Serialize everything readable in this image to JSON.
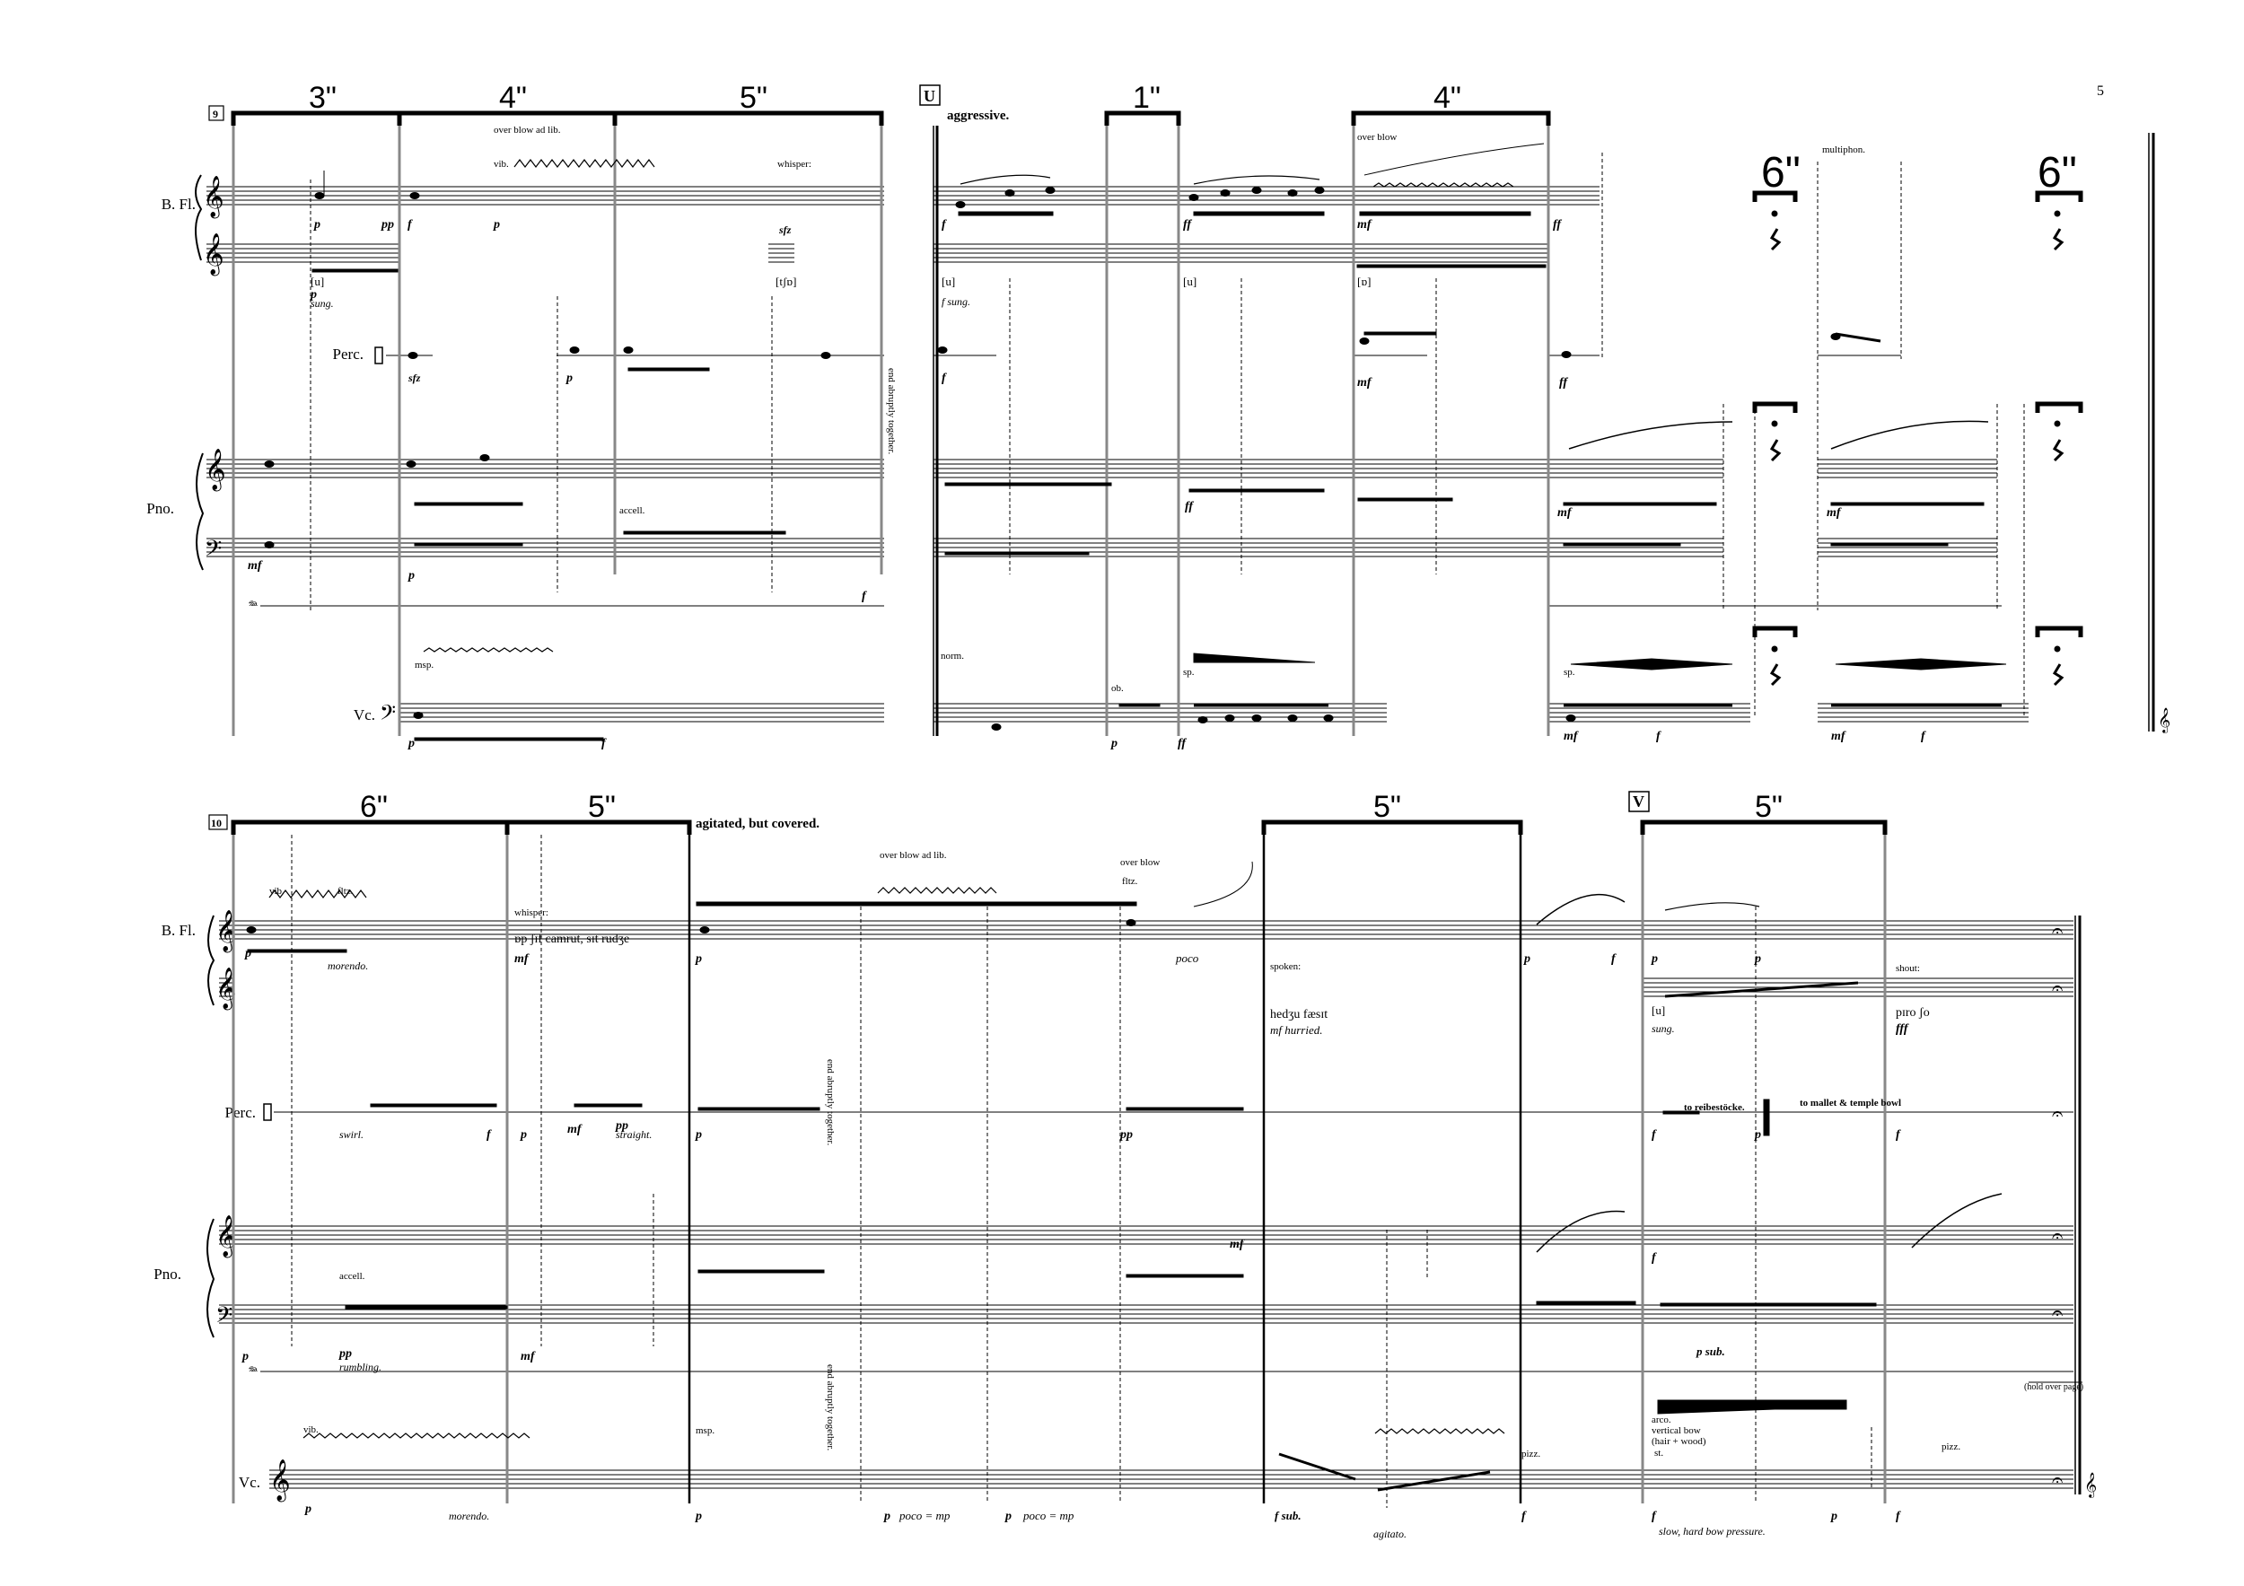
{
  "page_number": "5",
  "systems": [
    {
      "rehearsal_number": "9",
      "instrument_labels": {
        "flute": "B. Fl.",
        "percussion": "Perc.",
        "piano": "Pno.",
        "cello": "Vc."
      },
      "durations": [
        "3\"",
        "4\"",
        "5\"",
        "1\"",
        "4\"",
        "6\"",
        "6\""
      ],
      "rehearsal_letter": "U",
      "tempo_marking": "aggressive.",
      "annotations": {
        "over_blow_ad_lib": "over blow ad lib.",
        "vib": "vib.",
        "whisper": "whisper:",
        "whisper_phoneme": "[tʃɒ]",
        "over_blow": "over blow",
        "multiphon": "multiphon.",
        "u_vowel": "[u]",
        "o_vowel": "[ɒ]",
        "sung": "sung.",
        "f_sung": "f sung.",
        "end_abruptly": "end abruptly together.",
        "accel": "accell.",
        "msp": "msp.",
        "norm": "norm.",
        "ob": "ob.",
        "sp": "sp."
      },
      "dynamics": [
        "p",
        "pp",
        "f",
        "p",
        "sfz",
        "p",
        "sfz",
        "p",
        "f",
        "f",
        "ff",
        "mf",
        "ff",
        "f",
        "mf",
        "ff",
        "p",
        "f",
        "mf",
        "p",
        "ff",
        "mf",
        "f",
        "mf",
        "f"
      ]
    },
    {
      "rehearsal_number": "10",
      "instrument_labels": {
        "flute": "B. Fl.",
        "percussion": "Perc.",
        "piano": "Pno.",
        "cello": "Vc."
      },
      "durations": [
        "6\"",
        "5\"",
        "5\"",
        "5\""
      ],
      "rehearsal_letter": "V",
      "tempo_marking": "agitated, but covered.",
      "annotations": {
        "vib": "vib.",
        "fltz": "fltz.",
        "morendo": "morendo.",
        "whisper": "whisper:",
        "whisper_text": "ɒp ʃɪf camrut, sɪt rudʒe",
        "over_blow_ad_lib": "over blow ad lib.",
        "over_blow": "over blow",
        "poco": "poco",
        "spoken": "spoken:",
        "spoken_text": "hedʒu fæsɪt",
        "hurried": "mf hurried.",
        "u_vowel": "[u]",
        "sung": "sung.",
        "shout": "shout:",
        "shout_text": "pɪro ʃo",
        "swirl": "swirl.",
        "straight": "straight.",
        "end_abruptly": "end abruptly together.",
        "to_reibestocke": "to reibestöcke.",
        "to_mallet": "to mallet & temple bowl",
        "accel": "accell.",
        "rumbling": "rumbling.",
        "p_sub": "p sub.",
        "hold_over_page": "(hold over page)",
        "msp": "msp.",
        "poco_mp": "poco = mp",
        "f_sub": "f sub.",
        "agitato": "agitato.",
        "pizz": "pizz.",
        "arco": "arco.",
        "vertical_bow": "vertical bow",
        "hair_wood": "(hair + wood)",
        "slow_hard_bow": "slow, hard bow pressure.",
        "st": "st."
      },
      "dynamics": [
        "p",
        "pp",
        "f",
        "mf",
        "p",
        "p",
        "pp",
        "p",
        "mf",
        "f",
        "p",
        "fff",
        "f",
        "pp",
        "mf",
        "f",
        "p",
        "p",
        "mf",
        "f"
      ]
    }
  ]
}
